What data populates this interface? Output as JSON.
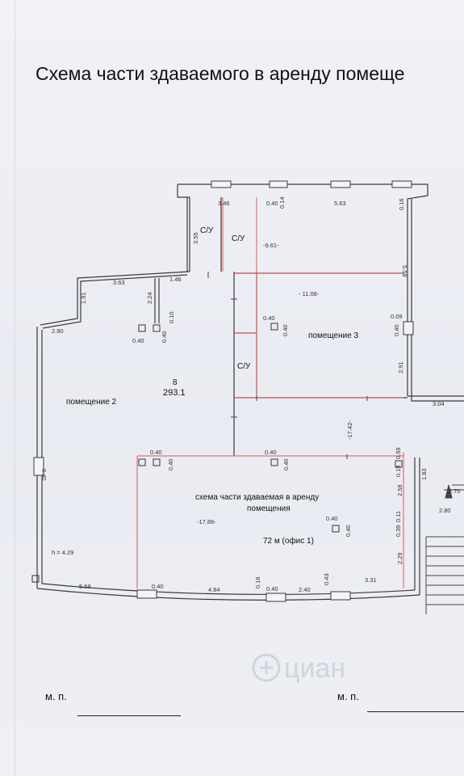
{
  "title": "Схема части здаваемого в аренду помеще",
  "rooms": {
    "su1": "С/У",
    "su2": "С/У",
    "su3": "С/У",
    "room3": "помещение 3",
    "room2": "помещение 2",
    "room8_num": "8",
    "room8_area": "293.1",
    "rental_line1": "схема части здаваемая в аренду",
    "rental_line2": "помещения",
    "rental_area": "72 м (офис 1)",
    "height": "h = 4.29"
  },
  "dimensions": {
    "d346": "3.46",
    "d040a": "0.40",
    "d014": "0.14",
    "d563": "5.63",
    "d016": "0.16",
    "d355": "3.55",
    "d961": "-9.61-",
    "d558r": "5.58",
    "d363": "3.63",
    "d146": "1.46",
    "d1108": "- 11.08-",
    "d191": "1.91",
    "d224": "2.24",
    "d290": "2.90",
    "d010": "0.10",
    "d040b": "0.40",
    "d040c": "0.40",
    "d040d": "0.40",
    "d040e": "0.40",
    "d009": "0.09",
    "d040f": "0.40",
    "d291": "2.91",
    "d304": "3.04",
    "d1742": "-17.42-",
    "d040g": "0.40",
    "d040h": "0.40",
    "d040i": "0.40",
    "d040j": "0.40",
    "d059": "0.59",
    "d019": "0.19",
    "d183": "1.83",
    "d270": "2.70",
    "d280": "2.80",
    "d258": "2.58",
    "d011": "0.11",
    "d1786": "-17.86-",
    "d040k": "0.40",
    "d040l": "0.40",
    "d039": "0.39",
    "d229": "2.29",
    "d040m": "0.40",
    "d558b": "5.58",
    "d040n": "0.40",
    "d484": "4.84",
    "d016b": "0.16",
    "d040o": "0.40",
    "d240": "2.40",
    "d043": "0.43",
    "d331": "3.31"
  },
  "stamps": {
    "left": "м. п.",
    "right": "м. п."
  },
  "watermark": "циан"
}
